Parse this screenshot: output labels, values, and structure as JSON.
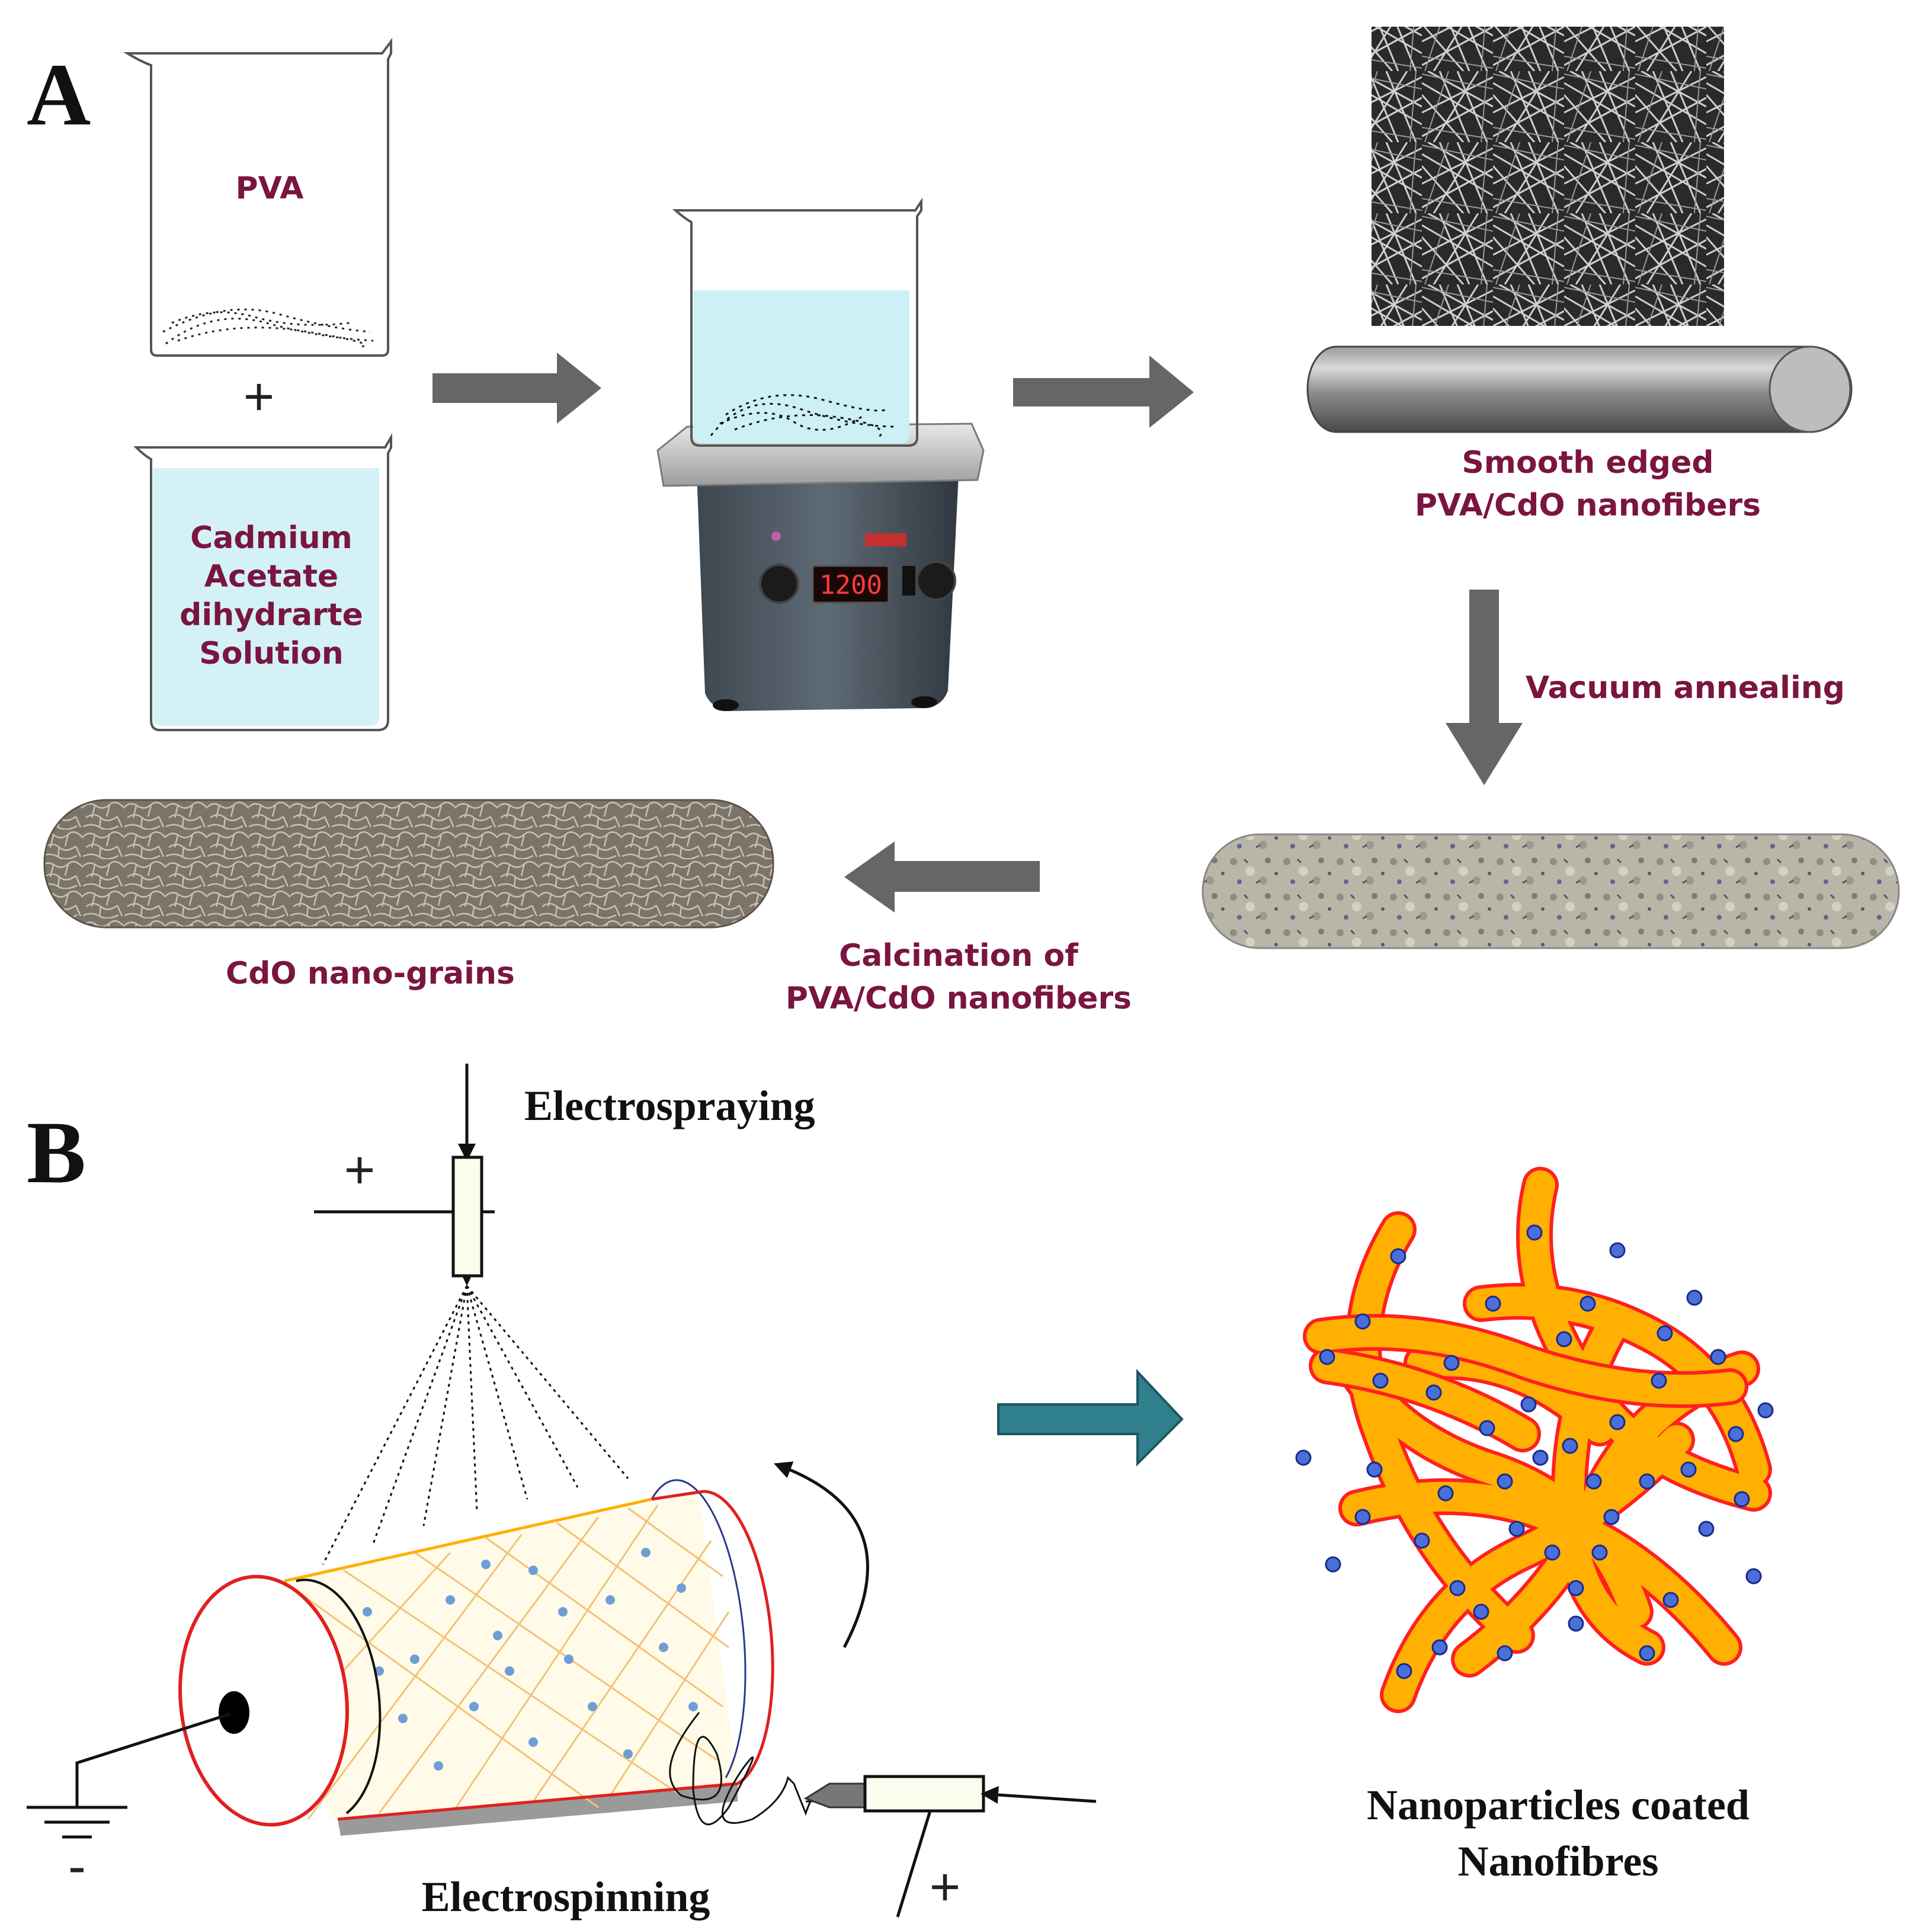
{
  "panel_a": {
    "letter": "A",
    "beaker_pva_label": "PVA",
    "plus_sign": "+",
    "beaker_solution_lines": [
      "Cadmium",
      "Acetate",
      "dihydrarte",
      "Solution"
    ],
    "hotplate_display": "1200",
    "nanofibers_label_lines": [
      "Smooth edged",
      "PVA/CdO nanofibers"
    ],
    "annealing_label": "Vacuum annealing",
    "calcination_label_lines": [
      "Calcination of",
      "PVA/CdO nanofibers"
    ],
    "nanograins_label": "CdO nano-grains"
  },
  "panel_b": {
    "letter": "B",
    "electrospraying_label": "Electrospraying",
    "electrospinning_label": "Electrospinning",
    "spray_polarity": "+",
    "spin_polarity": "+",
    "ground_polarity": "-",
    "result_label_lines": [
      "Nanoparticles coated",
      "Nanofibres"
    ]
  },
  "colors": {
    "label_text": "#7a1540",
    "arrow_gray": "#666666",
    "arrow_teal": "#2f7f8c",
    "fiber_orange": "#ffb000",
    "fiber_outline": "#ff2020",
    "particle_blue": "#4a6fd8",
    "liquid_blue": "#d4f1f7"
  }
}
